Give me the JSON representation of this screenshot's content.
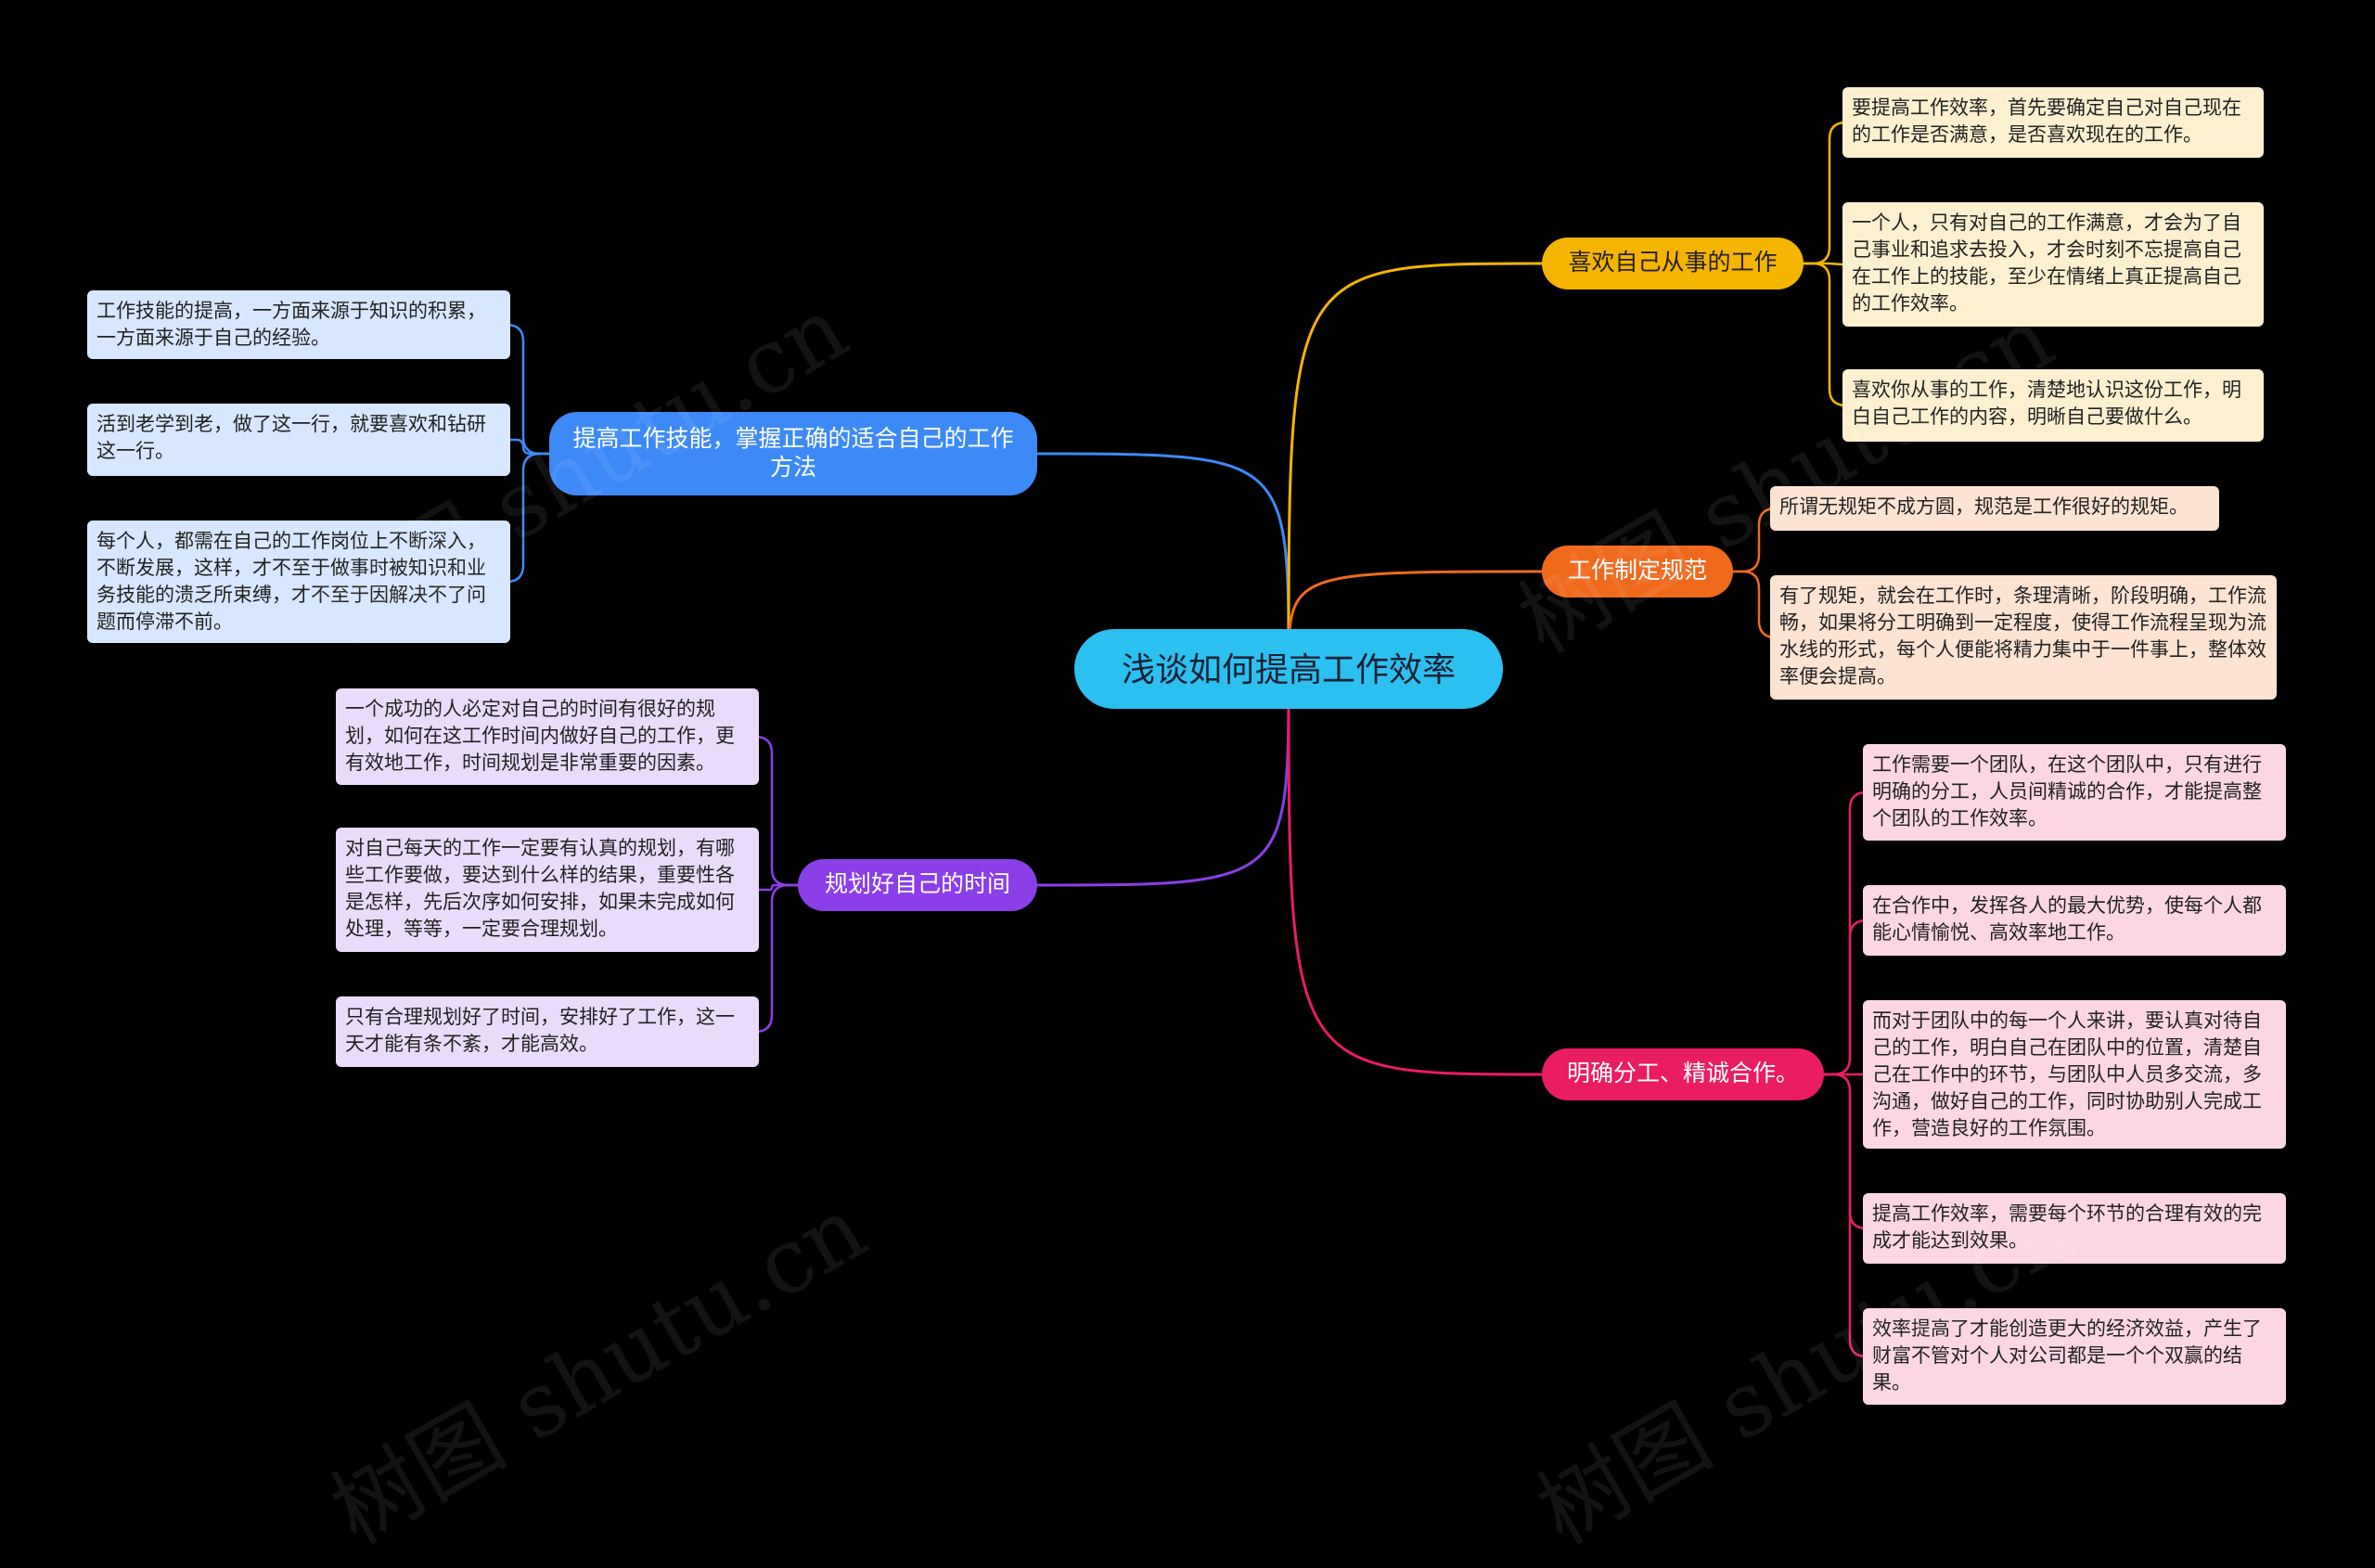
{
  "root": {
    "label": "浅谈如何提高工作效率",
    "color": "#2bc0f0"
  },
  "branches": [
    {
      "id": "skill",
      "label": "提高工作技能，掌握正确的适合自己的工作方法",
      "color": "#3d8af7",
      "leaf_bg": "#d6e7ff",
      "leaves": [
        "工作技能的提高，一方面来源于知识的积累，一方面来源于自己的经验。",
        "活到老学到老，做了这一行，就要喜欢和钻研这一行。",
        "每个人，都需在自己的工作岗位上不断深入，不断发展，这样，才不至于做事时被知识和业务技能的溃乏所束缚，才不至于因解决不了问题而停滞不前。"
      ]
    },
    {
      "id": "time",
      "label": "规划好自己的时间",
      "color": "#8a3fe8",
      "leaf_bg": "#e9dcfb",
      "leaves": [
        "一个成功的人必定对自己的时间有很好的规划，如何在这工作时间内做好自己的工作，更有效地工作，时间规划是非常重要的因素。",
        "对自己每天的工作一定要有认真的规划，有哪些工作要做，要达到什么样的结果，重要性各是怎样，先后次序如何安排，如果未完成如何处理，等等，一定要合理规划。",
        "只有合理规划好了时间，安排好了工作，这一天才能有条不紊，才能高效。"
      ]
    },
    {
      "id": "like",
      "label": "喜欢自己从事的工作",
      "color": "#f5b400",
      "leaf_bg": "#fdf0cf",
      "leaves": [
        "要提高工作效率，首先要确定自己对自己现在的工作是否满意，是否喜欢现在的工作。",
        "一个人，只有对自己的工作满意，才会为了自己事业和追求去投入，才会时刻不忘提高自己在工作上的技能，至少在情绪上真正提高自己的工作效率。",
        "喜欢你从事的工作，清楚地认识这份工作，明白自己工作的内容，明晰自己要做什么。"
      ]
    },
    {
      "id": "norm",
      "label": "工作制定规范",
      "color": "#f06a1e",
      "leaf_bg": "#fde3d2",
      "leaves": [
        "所谓无规矩不成方圆，规范是工作很好的规矩。",
        "有了规矩，就会在工作时，条理清晰，阶段明确，工作流畅，如果将分工明确到一定程度，使得工作流程呈现为流水线的形式，每个人便能将精力集中于一件事上，整体效率便会提高。"
      ]
    },
    {
      "id": "team",
      "label": "明确分工、精诚合作。",
      "color": "#ea1c62",
      "leaf_bg": "#fdd6e4",
      "leaves": [
        "工作需要一个团队，在这个团队中，只有进行明确的分工，人员间精诚的合作，才能提高整个团队的工作效率。",
        "在合作中，发挥各人的最大优势，使每个人都能心情愉悦、高效率地工作。",
        "而对于团队中的每一个人来讲，要认真对待自己的工作，明白自己在团队中的位置，清楚自己在工作中的环节，与团队中人员多交流，多沟通，做好自己的工作，同时协助别人完成工作，营造良好的工作氛围。",
        "提高工作效率，需要每个环节的合理有效的完成才能达到效果。",
        "效率提高了才能创造更大的经济效益，产生了财富不管对个人对公司都是一个个双赢的结果。"
      ]
    }
  ],
  "watermark": "树图 shutu.cn"
}
